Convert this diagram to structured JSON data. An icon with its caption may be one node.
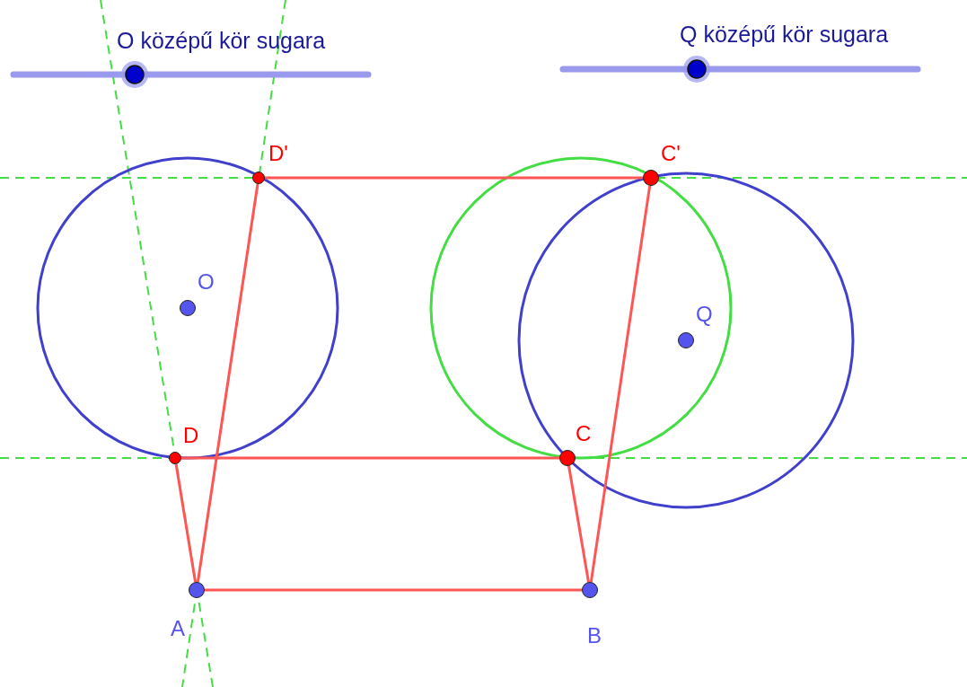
{
  "diagram": {
    "nodes": [
      {
        "text": [
          "D'"
        ]
      },
      {
        "text": [
          "C'"
        ]
      },
      {
        "text": [
          "O"
        ]
      },
      {
        "text": [
          "Q"
        ]
      },
      {
        "text": [
          "D"
        ]
      },
      {
        "text": [
          "C"
        ]
      },
      {
        "text": [
          "A"
        ]
      },
      {
        "text": [
          "B"
        ]
      }
    ],
    "edges": [
      {
        "from": 6,
        "to": 7,
        "arrow": "none"
      },
      {
        "from": 7,
        "to": 5,
        "arrow": "none"
      },
      {
        "from": 5,
        "to": 4,
        "arrow": "none"
      },
      {
        "from": 4,
        "to": 6,
        "arrow": "none"
      },
      {
        "from": 6,
        "to": 0,
        "arrow": "none"
      },
      {
        "from": 0,
        "to": 1,
        "arrow": "none"
      },
      {
        "from": 1,
        "to": 7,
        "arrow": "none"
      }
    ],
    "labels": [
      "O középű kör sugara",
      "Q középű kör sugara"
    ]
  }
}
